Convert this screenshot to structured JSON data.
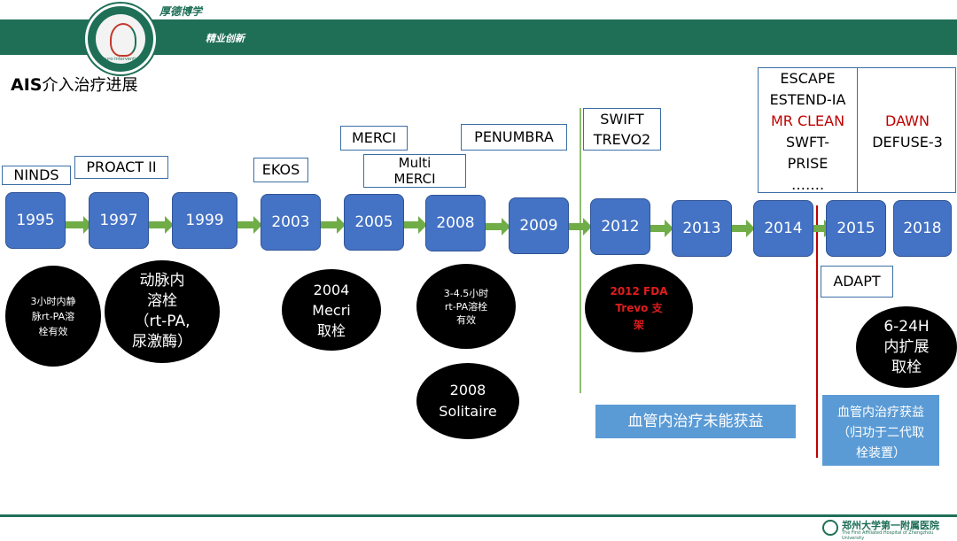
{
  "header": {
    "motto_top": "厚德博学",
    "motto_bottom": "精业创新",
    "logo_text": "Neuro-Intervention"
  },
  "title": {
    "latin": "AIS",
    "chinese": "介入治疗进展"
  },
  "years": [
    "1995",
    "1997",
    "1999",
    "2003",
    "2005",
    "2008",
    "2009",
    "2012",
    "2013",
    "2014",
    "2015",
    "2018"
  ],
  "trials_above": {
    "ninds": "NINDS",
    "proact": "PROACT II",
    "ekos": "EKOS",
    "merci": "MERCI",
    "multi_merci_1": "Multi",
    "multi_merci_2": "MERCI",
    "penumbra": "PENUMBRA",
    "swift_1": "SWIFT",
    "swift_2": "TREVO2",
    "escape": [
      "ESCAPE",
      "ESTEND-IA",
      "MR CLEAN",
      "SWFT-",
      "PRISE",
      "……."
    ],
    "dawn": "DAWN",
    "defuse": "DEFUSE-3",
    "adapt": "ADAPT"
  },
  "circles": {
    "c1995": [
      "3小时内静",
      "脉rt-PA溶",
      "栓有效"
    ],
    "c1997": [
      "动脉内",
      "溶栓",
      "（rt-PA,",
      "尿激酶）"
    ],
    "c2003": [
      "2004",
      "Mecri",
      "取栓"
    ],
    "c2008a": [
      "3-4.5小时",
      "rt-PA溶栓",
      "有效"
    ],
    "c2008b": [
      "2008",
      "Solitaire"
    ],
    "c2012": [
      "2012 FDA",
      "Trevo 支",
      "架"
    ],
    "c2015": [
      "6-24H",
      "内扩展",
      "取栓"
    ]
  },
  "notes": {
    "no_benefit": "血管内治疗未能获益",
    "benefit": [
      "血管内治疗获益",
      "（归功于二代取",
      "栓装置）"
    ]
  },
  "footer": {
    "hospital": "郑州大学第一附属医院",
    "hospital_en": "The First Affiliated Hospital of Zhengzhou University"
  },
  "colors": {
    "brand": "#1f6f57",
    "year_box": "#4472c4",
    "arrow": "#70ad47",
    "highlight_red": "#c00000",
    "note_box": "#5b9bd5"
  }
}
